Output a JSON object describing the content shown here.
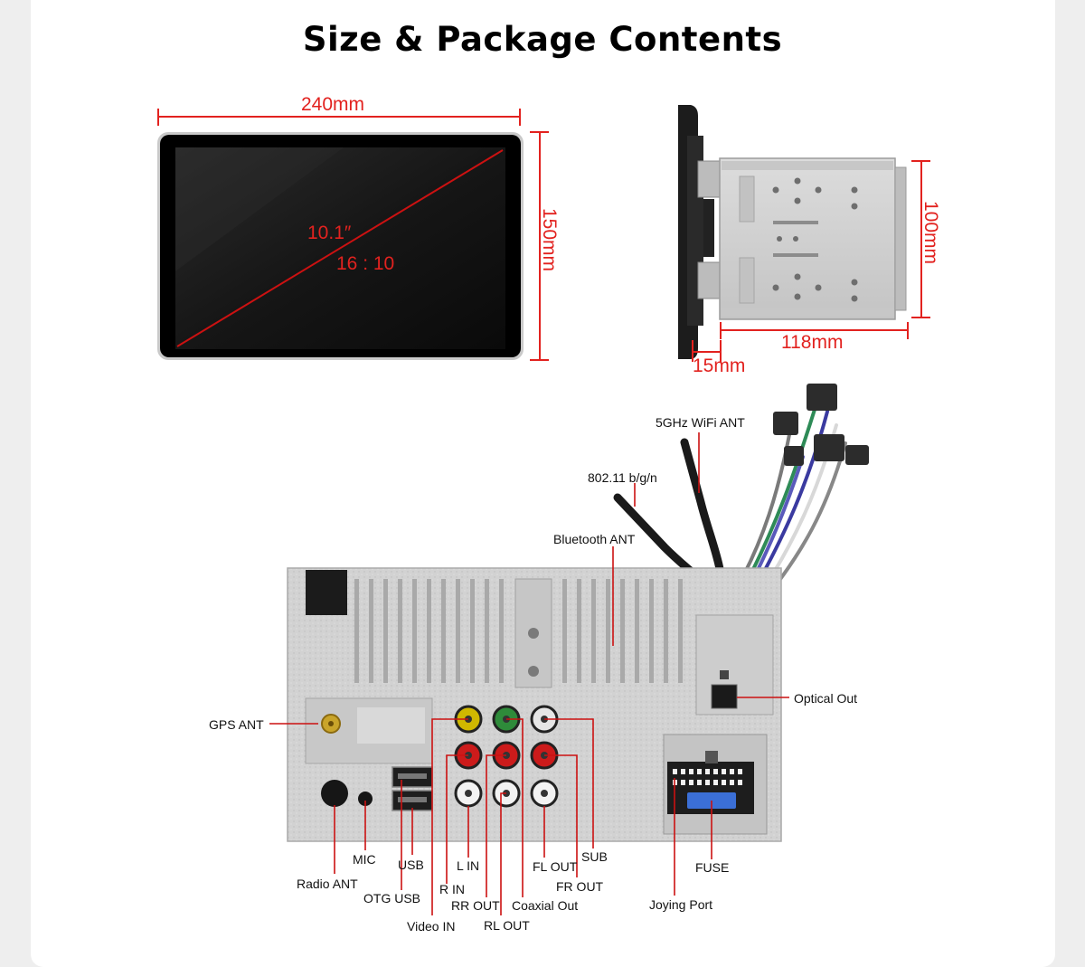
{
  "title": "Size & Package Contents",
  "front_view": {
    "width": "240mm",
    "height": "150mm",
    "diagonal": "10.1″",
    "ratio": "16 : 10"
  },
  "side_view": {
    "height": "100mm",
    "depth": "118mm",
    "bezel": "15mm"
  },
  "ports": {
    "wifi_5g": "5GHz WiFi ANT",
    "wifi_24": "802.11 b/g/n",
    "bluetooth": "Bluetooth ANT",
    "gps": "GPS ANT",
    "optical": "Optical Out",
    "mic": "MIC",
    "radio": "Radio ANT",
    "usb": "USB",
    "otg_usb": "OTG USB",
    "l_in": "L IN",
    "r_in": "R IN",
    "video_in": "Video IN",
    "rr_out": "RR OUT",
    "rl_out": "RL OUT",
    "coaxial": "Coaxial Out",
    "fl_out": "FL OUT",
    "fr_out": "FR OUT",
    "sub": "SUB",
    "fuse": "FUSE",
    "joying": "Joying Port"
  },
  "colors": {
    "dimension": "#e2221f",
    "screen": "#151515",
    "chassis": "#d3d3d3"
  }
}
